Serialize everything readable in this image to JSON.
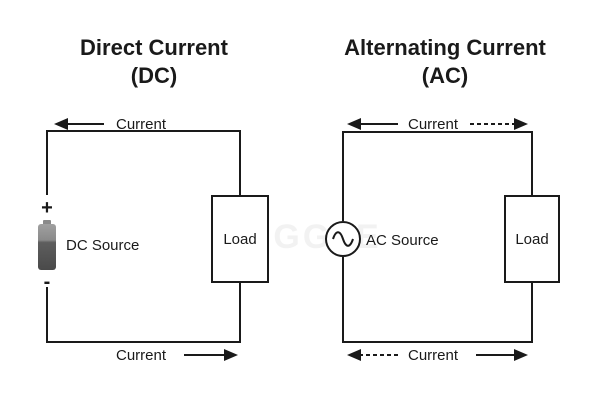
{
  "dc": {
    "title_line1": "Direct Current",
    "title_line2": "(DC)",
    "current_top": "Current",
    "current_bottom": "Current",
    "plus": "+",
    "minus": "-",
    "source_label": "DC Source",
    "load_label": "Load"
  },
  "ac": {
    "title_line1": "Alternating Current",
    "title_line2": "(AC)",
    "current_top": "Current",
    "current_bottom": "Current",
    "source_label": "AC Source",
    "load_label": "Load"
  },
  "watermark": "BUGGLE",
  "colors": {
    "line": "#1a1a1a",
    "battery_top": "#9a9a9a",
    "battery_body": "#5a5a5a",
    "watermark": "#f1f1f1"
  }
}
